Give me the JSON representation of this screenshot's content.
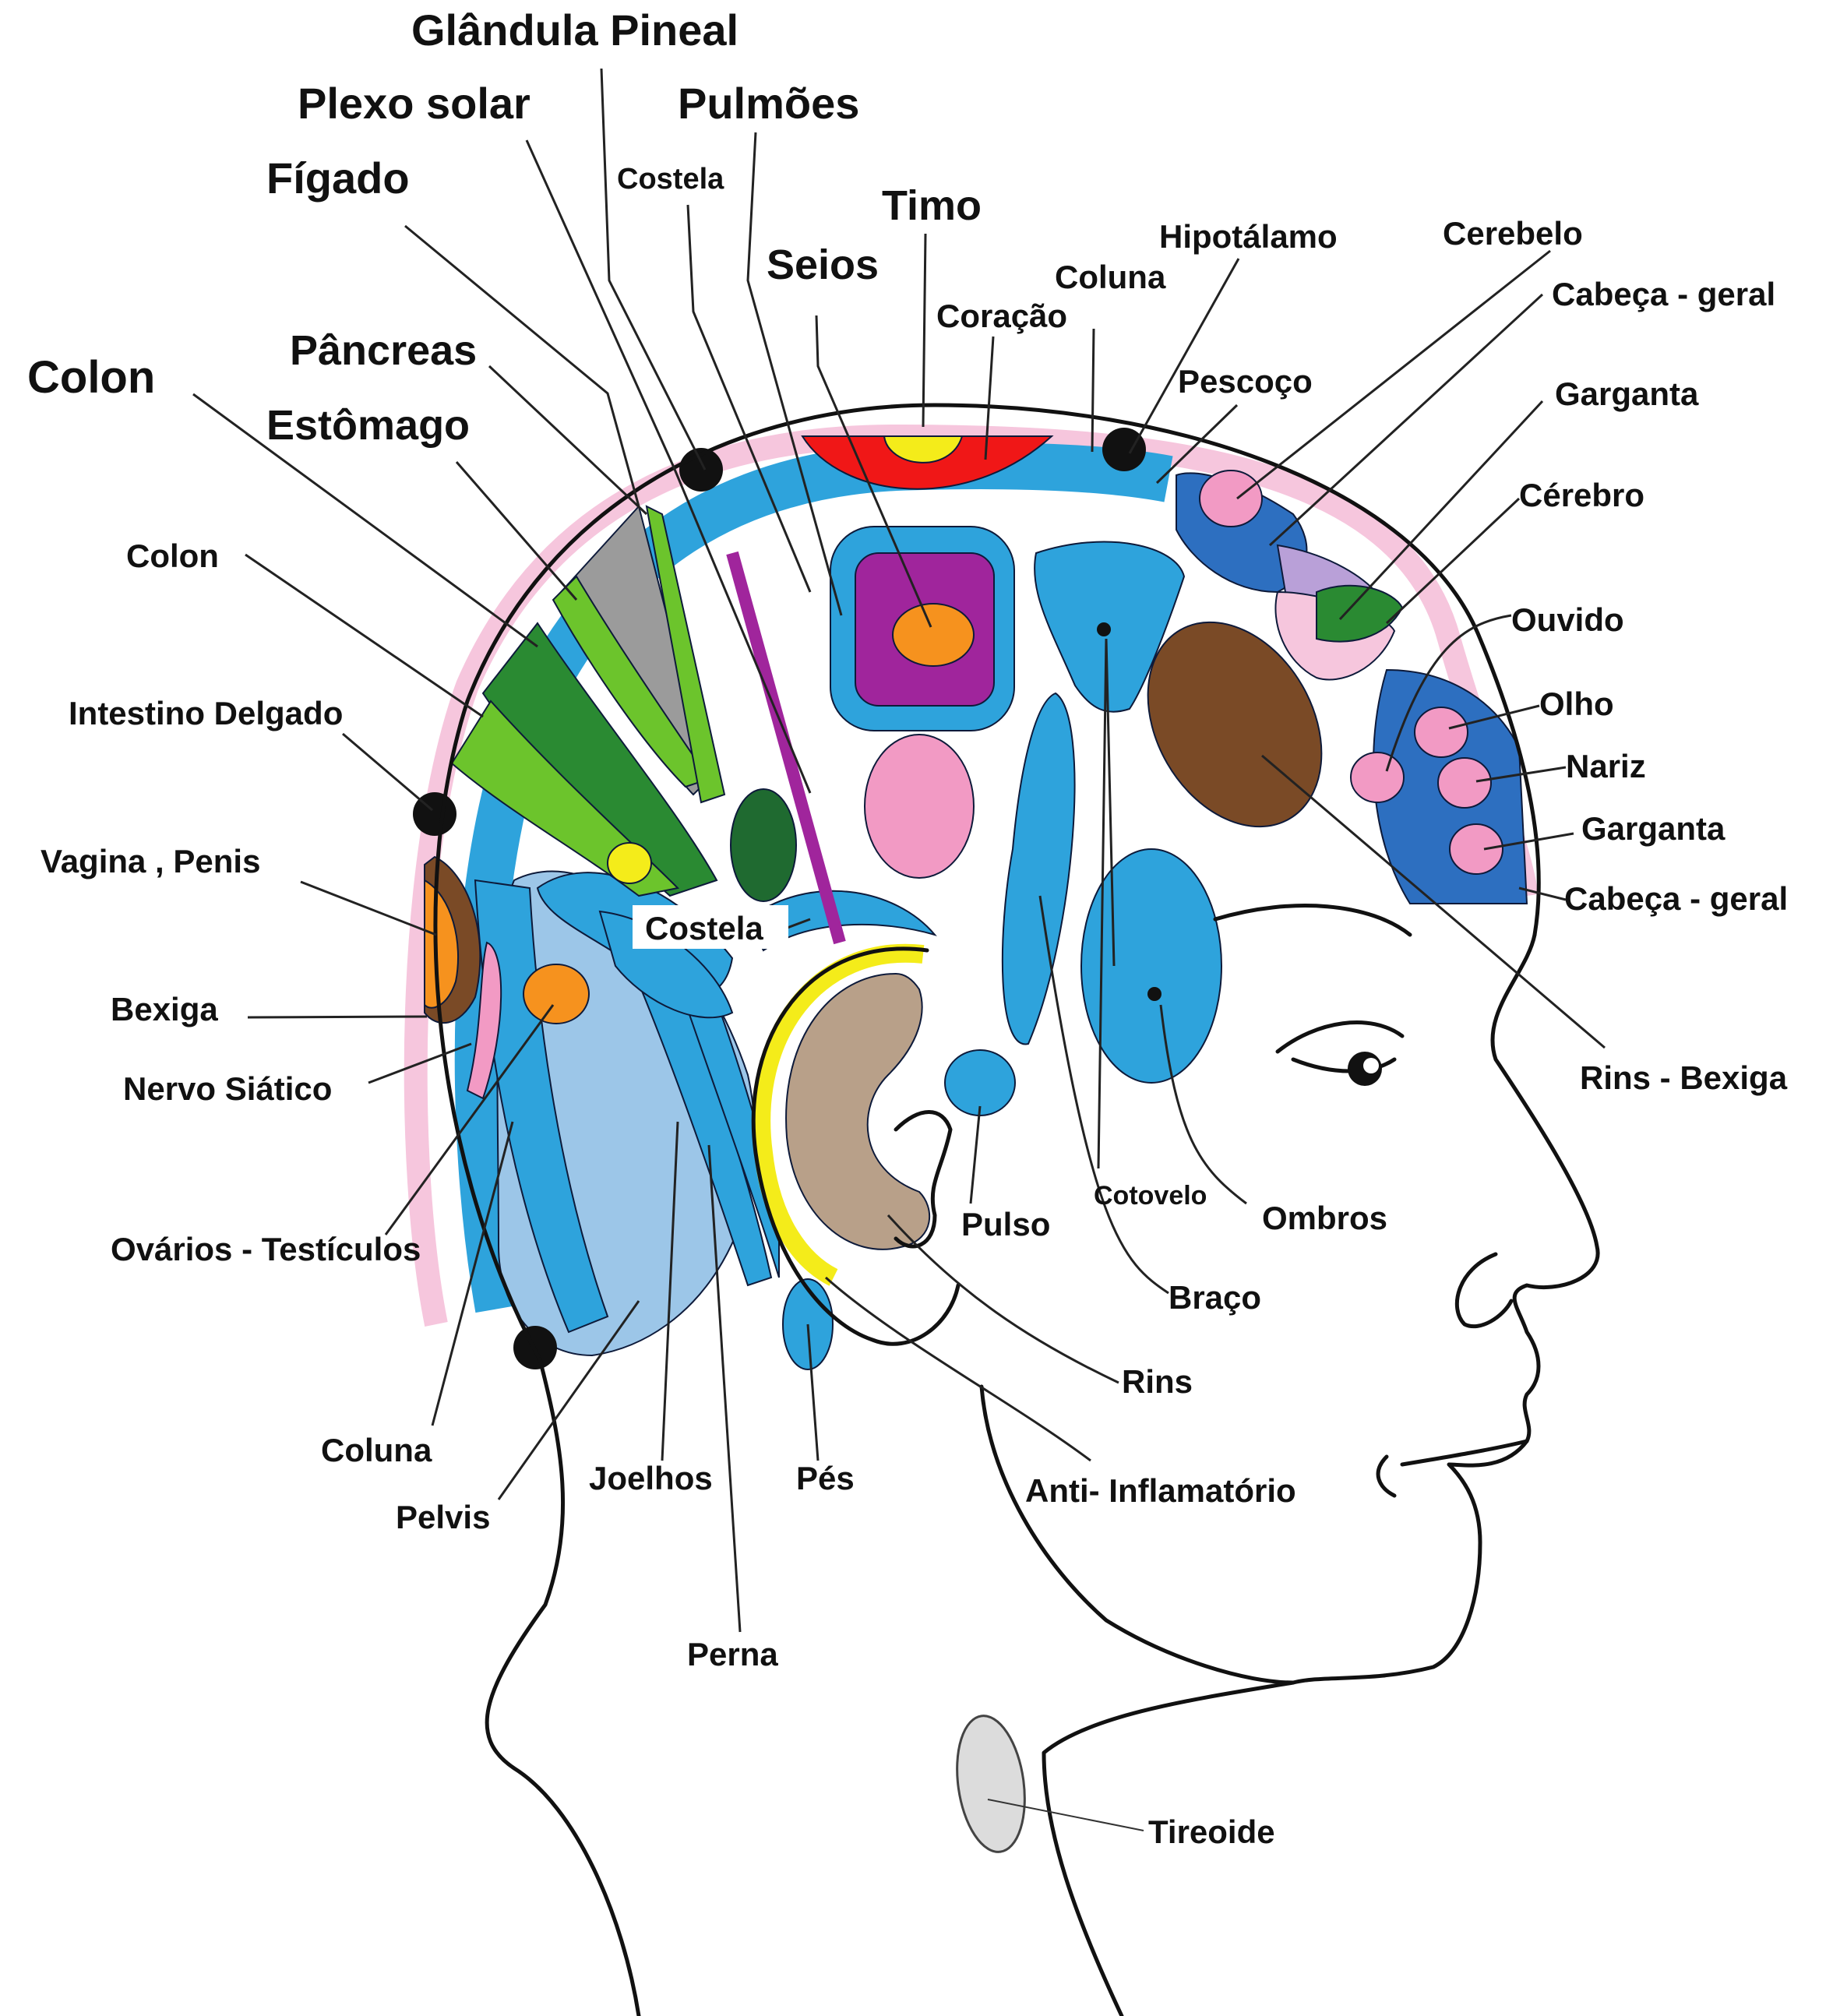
{
  "colors": {
    "sky_blue": "#2ea3dc",
    "pale_blue": "#9cc6e8",
    "deep_blue": "#2d6fc0",
    "red": "#f01717",
    "yellow": "#f4ec1a",
    "orange": "#f6921e",
    "purple": "#a0259c",
    "pink": "#f29ac4",
    "pale_pink": "#f6c6dd",
    "green_bright": "#6cc42c",
    "green_dark": "#2a8a32",
    "green_forest": "#1f6a30",
    "gray": "#9b9b9b",
    "brown": "#7a4a26",
    "tan": "#b8a089",
    "thyroid_gray": "#dcdcdc"
  },
  "labels": {
    "glandula_pineal": "Glândula Pineal",
    "plexo_solar": "Plexo solar",
    "pulmoes": "Pulmões",
    "figado": "Fígado",
    "costela_top": "Costela",
    "timo": "Timo",
    "seios": "Seios",
    "hipotalamo": "Hipotálamo",
    "cerebelo": "Cerebelo",
    "coluna_top": "Coluna",
    "coracao": "Coração",
    "cabeca_geral_top": "Cabeça - geral",
    "colon_big": "Colon",
    "pancreas": "Pâncreas",
    "pescoco": "Pescoço",
    "estomago": "Estômago",
    "garganta_top": "Garganta",
    "cerebro": "Cérebro",
    "colon_small": "Colon",
    "ouvido": "Ouvido",
    "intestino_delgado": "Intestino Delgado",
    "olho": "Olho",
    "nariz": "Nariz",
    "garganta_right": "Garganta",
    "vagina_penis": "Vagina , Penis",
    "cabeca_geral_right": "Cabeça - geral",
    "costela_mid": "Costela",
    "bexiga": "Bexiga",
    "rins_bexiga": "Rins - Bexiga",
    "nervo_siatico": "Nervo Siático",
    "cotovelo": "Cotovelo",
    "ombros": "Ombros",
    "pulso": "Pulso",
    "ovarios_testiculos": "Ovários - Testículos",
    "braco": "Braço",
    "rins": "Rins",
    "coluna_bottom": "Coluna",
    "joelhos": "Joelhos",
    "pes": "Pés",
    "anti_inflamatorio": "Anti- Inflamatório",
    "pelvis": "Pelvis",
    "perna": "Perna",
    "tireoide": "Tireoide"
  }
}
